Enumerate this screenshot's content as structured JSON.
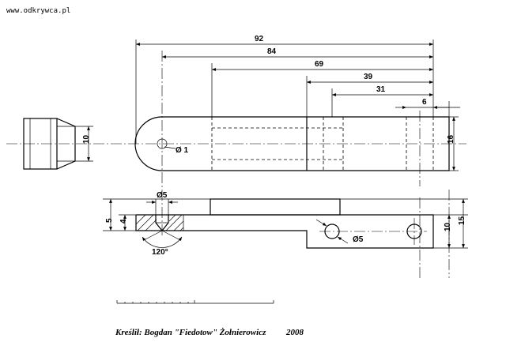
{
  "source_label": "www.odkrywca.pl",
  "dimensions": {
    "d92": "92",
    "d84": "84",
    "d69": "69",
    "d39": "39",
    "d31": "31",
    "d6": "6",
    "d16": "16",
    "d10_left": "10",
    "d_phi1": "Ø 1",
    "d_phi5_top": "Ø5",
    "d5": "5",
    "d4": "4",
    "d120": "120°",
    "d_phi5_hole": "Ø5",
    "d10_right": "10",
    "d15": "15"
  },
  "signature": {
    "author": "Kreślił: Bogdan \"Fiedotow\" Żołnierowicz",
    "year": "2008"
  }
}
